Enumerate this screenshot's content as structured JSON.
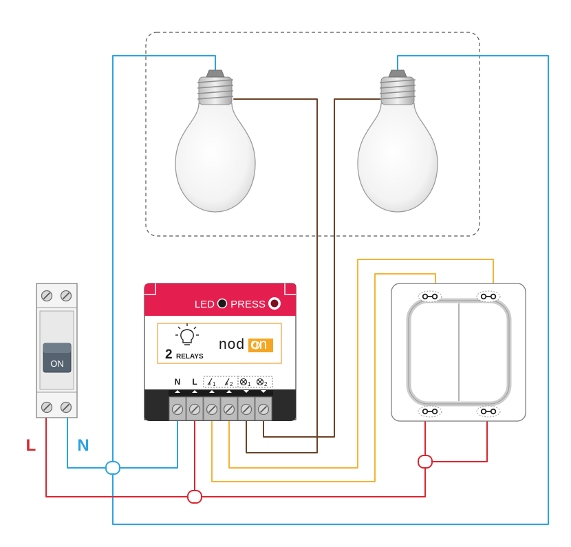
{
  "breaker": {
    "state_label": "ON"
  },
  "line_labels": {
    "live": "L",
    "neutral": "N"
  },
  "module": {
    "led_label": "LED",
    "press_label": "PRESS",
    "relays_number": "2",
    "relays_label": "RELAYS",
    "brand_prefix": "nod",
    "brand_suffix": "on",
    "terminal_n": "N",
    "terminal_l": "L",
    "terminal_s1_sub": "1",
    "terminal_s2_sub": "2",
    "terminal_o1_sub": "1",
    "terminal_o2_sub": "2"
  },
  "colors": {
    "neutral_wire": "#29a3e0",
    "live_wire": "#d9252e",
    "switch_wire": "#f5b335",
    "load_wire": "#6b4226",
    "module_header": "#e41f4f",
    "brand_accent": "#f5a623"
  },
  "icons": [
    "bulb-icon",
    "power-icon",
    "switch-icon",
    "lamp-symbol-icon"
  ]
}
